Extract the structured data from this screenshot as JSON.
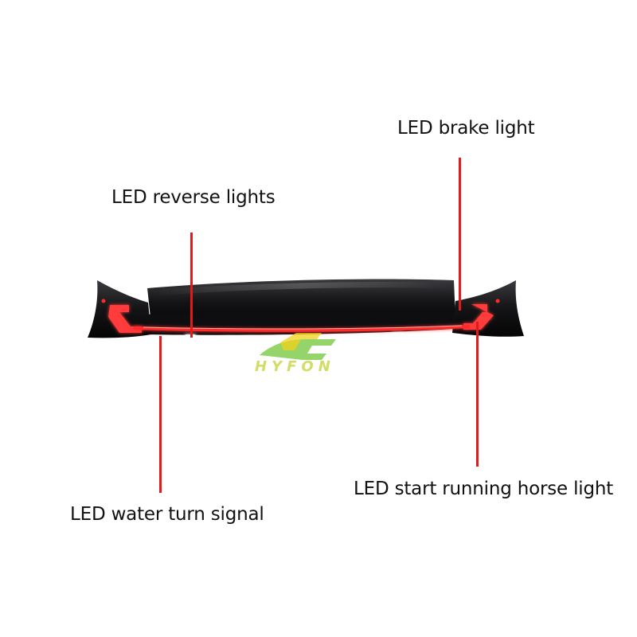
{
  "labels": {
    "brake": "LED brake light",
    "reverse": "LED reverse lights",
    "water_turn": "LED water turn signal",
    "running_horse": "LED start running horse light"
  },
  "watermark": {
    "text": "HYFON",
    "logo_icon": "hyfon-logo-icon"
  },
  "colors": {
    "callout_line": "#e01b1b",
    "light_bar": "#ff2a2a",
    "spoiler_body": "#1a1a1c",
    "watermark_green": "#7ac943",
    "watermark_yellow": "#f2d21a"
  }
}
